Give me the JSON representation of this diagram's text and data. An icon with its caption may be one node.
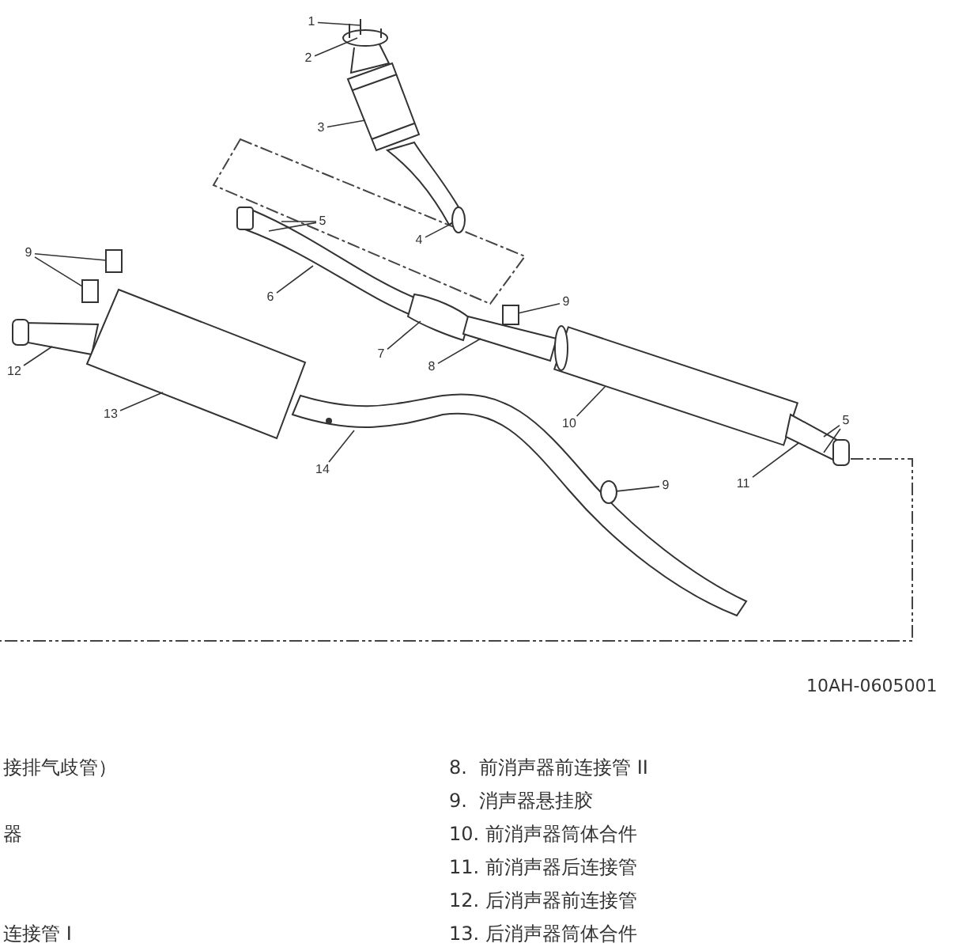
{
  "diagram": {
    "nodes": [
      {
        "text": [
          "1"
        ]
      },
      {
        "text": [
          "2"
        ]
      },
      {
        "text": [
          "3"
        ]
      },
      {
        "text": [
          "5"
        ]
      },
      {
        "text": [
          "4"
        ]
      },
      {
        "text": [
          "9"
        ]
      },
      {
        "text": [
          "9"
        ]
      },
      {
        "text": [
          "6"
        ]
      },
      {
        "text": [
          "12"
        ]
      },
      {
        "text": [
          "7"
        ]
      },
      {
        "text": [
          "8"
        ]
      },
      {
        "text": [
          "13"
        ]
      },
      {
        "text": [
          "10"
        ]
      },
      {
        "text": [
          "5"
        ]
      },
      {
        "text": [
          "14"
        ]
      },
      {
        "text": [
          "11"
        ]
      },
      {
        "text": [
          "9"
        ]
      },
      {
        "text": [],
        "shape": "circle"
      },
      {
        "text": [],
        "shape": "box"
      },
      {
        "text": [],
        "shape": "box"
      },
      {
        "text": [],
        "shape": "box"
      },
      {
        "text": [],
        "shape": "circle"
      },
      {
        "text": [],
        "shape": "picture"
      },
      {
        "text": [],
        "shape": "picture"
      },
      {
        "text": [],
        "shape": "picture"
      },
      {
        "text": [],
        "shape": "picture"
      },
      {
        "text": [],
        "shape": "picture"
      },
      {
        "text": [],
        "shape": "picture"
      },
      {
        "text": [],
        "shape": "picture"
      },
      {
        "text": [],
        "shape": "picture"
      },
      {
        "text": [],
        "shape": "picture"
      },
      {
        "text": [],
        "shape": "picture"
      }
    ],
    "edges": [
      {
        "from": 0,
        "to": 22,
        "arrow": "none"
      },
      {
        "from": 1,
        "to": 22,
        "arrow": "none"
      },
      {
        "from": 2,
        "to": 23,
        "arrow": "none"
      },
      {
        "from": 3,
        "to": 24,
        "arrow": "none"
      },
      {
        "from": 3,
        "to": 24,
        "arrow": "none"
      },
      {
        "from": 4,
        "to": 17,
        "arrow": "none"
      },
      {
        "from": 5,
        "to": 18,
        "arrow": "none"
      },
      {
        "from": 5,
        "to": 19,
        "arrow": "none"
      },
      {
        "from": 6,
        "to": 20,
        "arrow": "none"
      },
      {
        "from": 7,
        "to": 24,
        "arrow": "none"
      },
      {
        "from": 8,
        "to": 29,
        "arrow": "none"
      },
      {
        "from": 9,
        "to": 25,
        "arrow": "none"
      },
      {
        "from": 10,
        "to": 26,
        "arrow": "none"
      },
      {
        "from": 11,
        "to": 30,
        "arrow": "none"
      },
      {
        "from": 12,
        "to": 27,
        "arrow": "none"
      },
      {
        "from": 13,
        "to": 28,
        "arrow": "none"
      },
      {
        "from": 13,
        "to": 28,
        "arrow": "none"
      },
      {
        "from": 14,
        "to": 31,
        "arrow": "none"
      },
      {
        "from": 15,
        "to": 28,
        "arrow": "none"
      },
      {
        "from": 16,
        "to": 21,
        "arrow": "none"
      }
    ],
    "labels": [
      "10AH-0605001",
      "接排气歧管）",
      "8.  前消声器前连接管 II",
      "9.  消声器悬挂胶",
      "器",
      "10. 前消声器筒体合件",
      "11. 前消声器后连接管",
      "12. 后消声器前连接管",
      "连接管 I",
      "13. 后消声器筒体合件"
    ]
  }
}
